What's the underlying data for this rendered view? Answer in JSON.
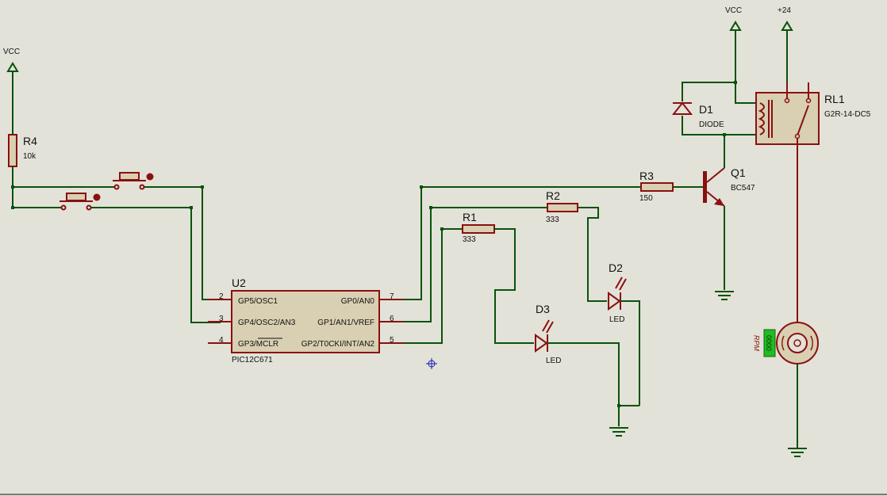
{
  "power": {
    "vcc_left": "VCC",
    "vcc_right": "VCC",
    "plus24": "+24"
  },
  "components": {
    "r4": {
      "ref": "R4",
      "value": "10k"
    },
    "r1": {
      "ref": "R1",
      "value": "333"
    },
    "r2": {
      "ref": "R2",
      "value": "333"
    },
    "r3": {
      "ref": "R3",
      "value": "150"
    },
    "d1": {
      "ref": "D1",
      "value": "DIODE"
    },
    "d2": {
      "ref": "D2",
      "value": "LED"
    },
    "d3": {
      "ref": "D3",
      "value": "LED"
    },
    "q1": {
      "ref": "Q1",
      "value": "BC547"
    },
    "rl1": {
      "ref": "RL1",
      "value": "G2R-14-DC5"
    },
    "u2": {
      "ref": "U2",
      "part": "PIC12C671",
      "pins": [
        {
          "num": "2",
          "name": "GP5/OSC1"
        },
        {
          "num": "3",
          "name": "GP4/OSC2/AN3"
        },
        {
          "num": "4",
          "name": "GP3/MCLR"
        },
        {
          "num": "7",
          "name": "GP0/AN0"
        },
        {
          "num": "6",
          "name": "GP1/AN1/VREF"
        },
        {
          "num": "5",
          "name": "GP2/T0CKI/INT/AN2"
        }
      ]
    },
    "motor": {
      "rpm_label": "RPM",
      "rpm_value": "0000"
    }
  },
  "colors": {
    "background": "#e2e2d8",
    "wire": "#0b520b",
    "device": "#8a1010",
    "device_fill": "#d9cfb2",
    "counter": "#22bb22"
  }
}
